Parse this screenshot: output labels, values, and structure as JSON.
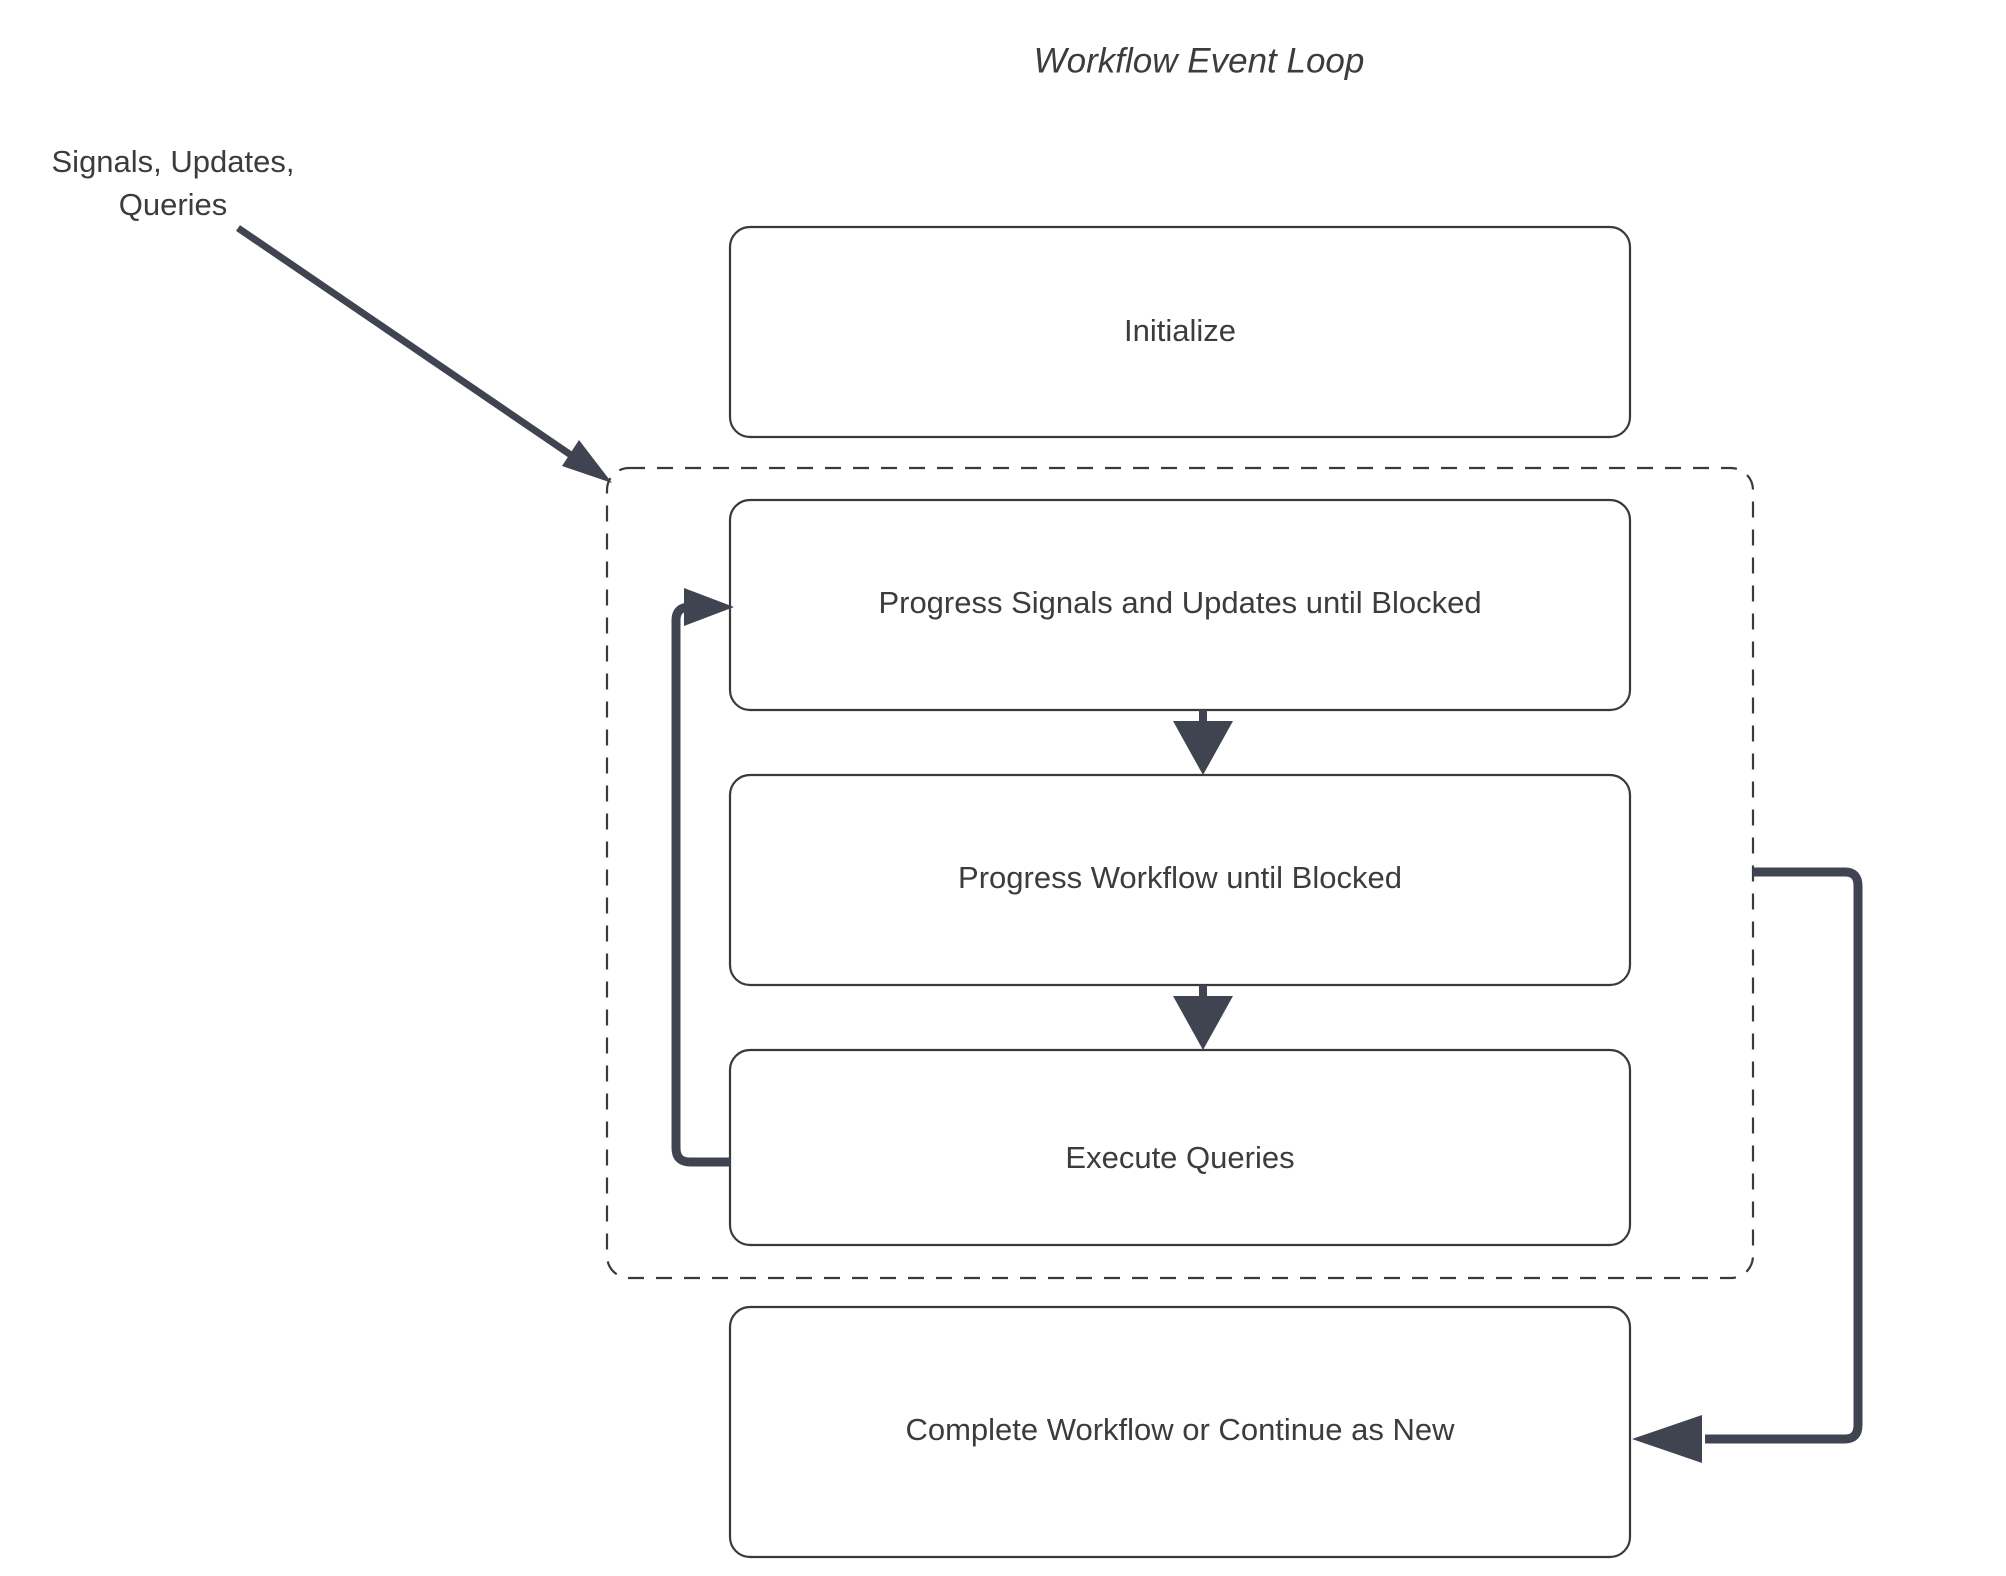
{
  "diagram": {
    "title": "Workflow Event Loop",
    "external_input_label_line1": "Signals, Updates,",
    "external_input_label_line2": "Queries",
    "nodes": {
      "initialize": "Initialize",
      "progress_signals": "Progress Signals and Updates until Blocked",
      "progress_workflow": "Progress Workflow until Blocked",
      "execute_queries": "Execute Queries",
      "complete_workflow": "Complete Workflow or Continue as New"
    },
    "colors": {
      "box_stroke": "#3a3a3a",
      "box_fill": "#ffffff",
      "text": "#3c3c3c",
      "connector": "#3f4450",
      "background": "#ffffff"
    },
    "edges": [
      {
        "from": "external-input",
        "to": "event-loop-group",
        "style": "solid-diagonal-arrow"
      },
      {
        "from": "progress-signals",
        "to": "progress-workflow",
        "style": "solid-down-arrow"
      },
      {
        "from": "progress-workflow",
        "to": "execute-queries",
        "style": "solid-down-arrow"
      },
      {
        "from": "execute-queries",
        "to": "progress-signals",
        "style": "loop-back-arrow"
      },
      {
        "from": "event-loop-group",
        "to": "complete-workflow",
        "style": "right-side-arrow"
      }
    ]
  }
}
